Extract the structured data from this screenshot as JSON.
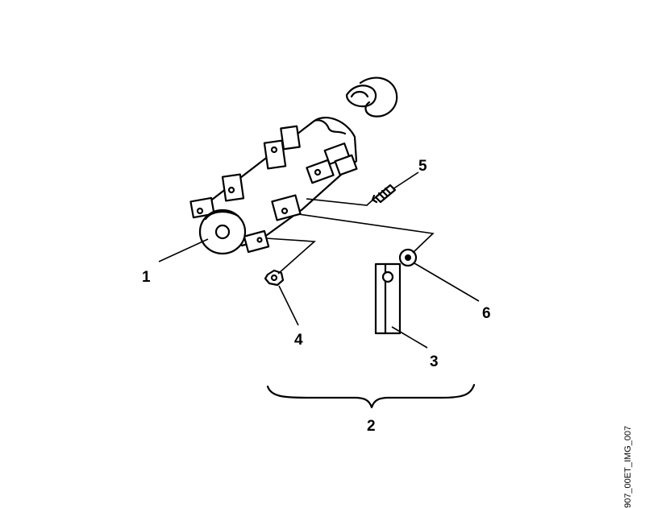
{
  "figure": {
    "callouts": {
      "c1": "1",
      "c2": "2",
      "c3": "3",
      "c4": "4",
      "c5": "5",
      "c6": "6"
    },
    "reference_code": "907_00ET_IMG_007"
  }
}
